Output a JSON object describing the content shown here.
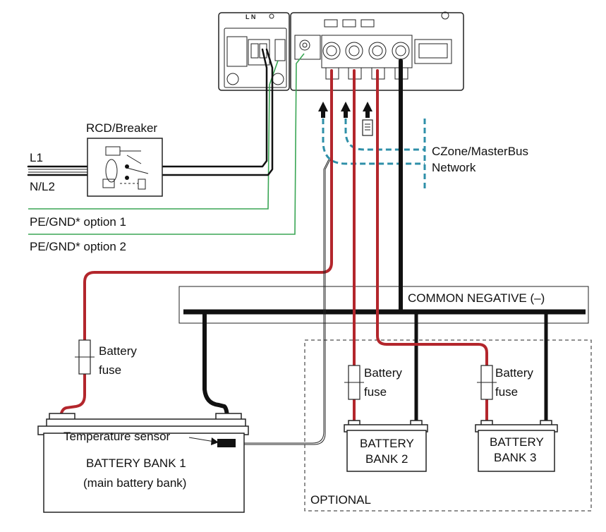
{
  "labels": {
    "rcd_breaker": "RCD/Breaker",
    "l1": "L1",
    "nl2": "N/L2",
    "pe_option1": "PE/GND* option 1",
    "pe_option2": "PE/GND* option 2",
    "network_line1": "CZone/MasterBus",
    "network_line2": "Network",
    "common_negative": "COMMON NEGATIVE (–)",
    "battery_fuse_line1": "Battery",
    "battery_fuse_line2": "fuse",
    "temperature_sensor": "Temperature sensor",
    "bank1_line1": "BATTERY BANK 1",
    "bank1_line2": "(main battery bank)",
    "bank2_line1": "BATTERY",
    "bank2_line2": "BANK 2",
    "bank3_line1": "BATTERY",
    "bank3_line2": "BANK 3",
    "optional": "OPTIONAL",
    "lno": "L N"
  },
  "colors": {
    "positive": "#b3262c",
    "negative": "#111111",
    "ground": "#3aa655",
    "network": "#2e8fa8"
  }
}
